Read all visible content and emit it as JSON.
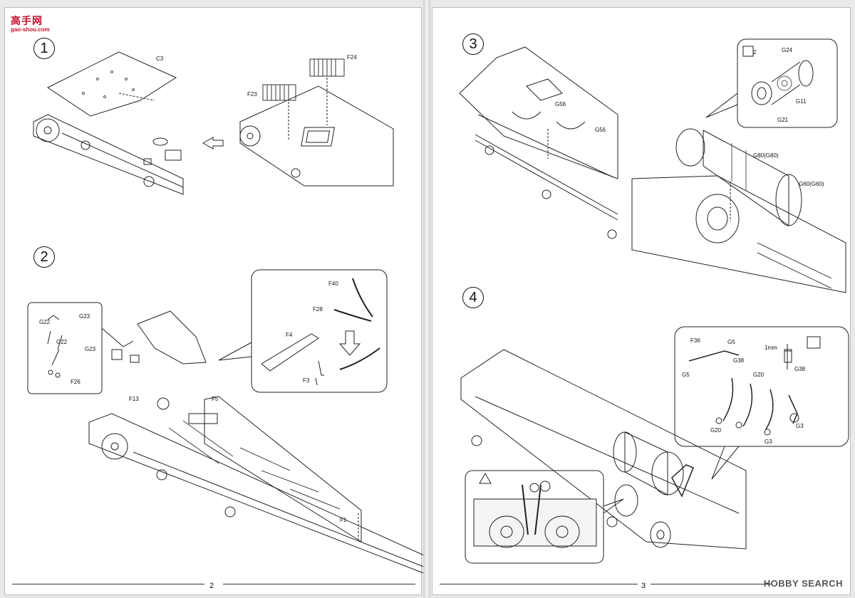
{
  "watermark": {
    "site_cn": "高手网",
    "site_url": "gao-shou.com"
  },
  "brand": "HOBBY SEARCH",
  "pages": [
    {
      "number": "2"
    },
    {
      "number": "3"
    }
  ],
  "steps": [
    "1",
    "2",
    "3",
    "4"
  ],
  "labels": {
    "c3": "C3",
    "f24": "F24",
    "f23": "F23",
    "g22a": "G22",
    "g23a": "G23",
    "g22b": "G22",
    "g23b": "G23",
    "f26": "F26",
    "f13": "F13",
    "f5": "F5",
    "f40": "F40",
    "f28": "F28",
    "f4": "F4",
    "f3": "F3",
    "f1": "F1",
    "g56a": "G56",
    "g56b": "G56",
    "g24": "G24",
    "g11": "G11",
    "g21": "G21",
    "g80": "G80(G80)",
    "g60": "G60(G60)",
    "f36": "F36",
    "g5a": "G5",
    "g5b": "G5",
    "g38a": "G38",
    "g38b": "G38",
    "g20a": "G20",
    "g20b": "G20",
    "g3a": "G3",
    "g3b": "G3",
    "onemm": "1mm",
    "inset2": "2"
  }
}
